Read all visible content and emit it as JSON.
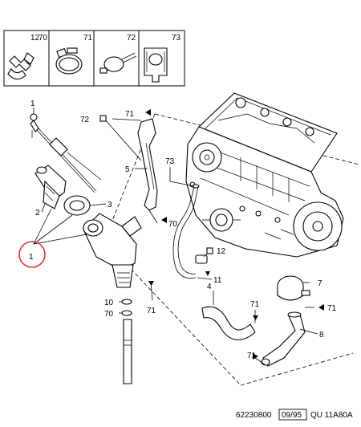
{
  "legend": [
    {
      "num": "12",
      "ref": "70"
    },
    {
      "num": "71",
      "ref": ""
    },
    {
      "num": "72",
      "ref": ""
    },
    {
      "num": "73",
      "ref": ""
    }
  ],
  "callouts": {
    "c1": "1",
    "c2": "2",
    "c3": "3",
    "c4": "4",
    "c5": "5",
    "c7": "7",
    "c8": "8",
    "c10": "10",
    "c11": "11",
    "c12": "12",
    "c70a": "70",
    "c70b": "70",
    "c71a": "71",
    "c71b": "71",
    "c71c": "71",
    "c71d": "71",
    "c71e": "71",
    "c71f": "71",
    "c72": "72",
    "c73": "73"
  },
  "footer": {
    "ref_code": "62230800",
    "date": "09/95",
    "model": "QU 11A80A"
  },
  "highlight_color": "#d9323c"
}
